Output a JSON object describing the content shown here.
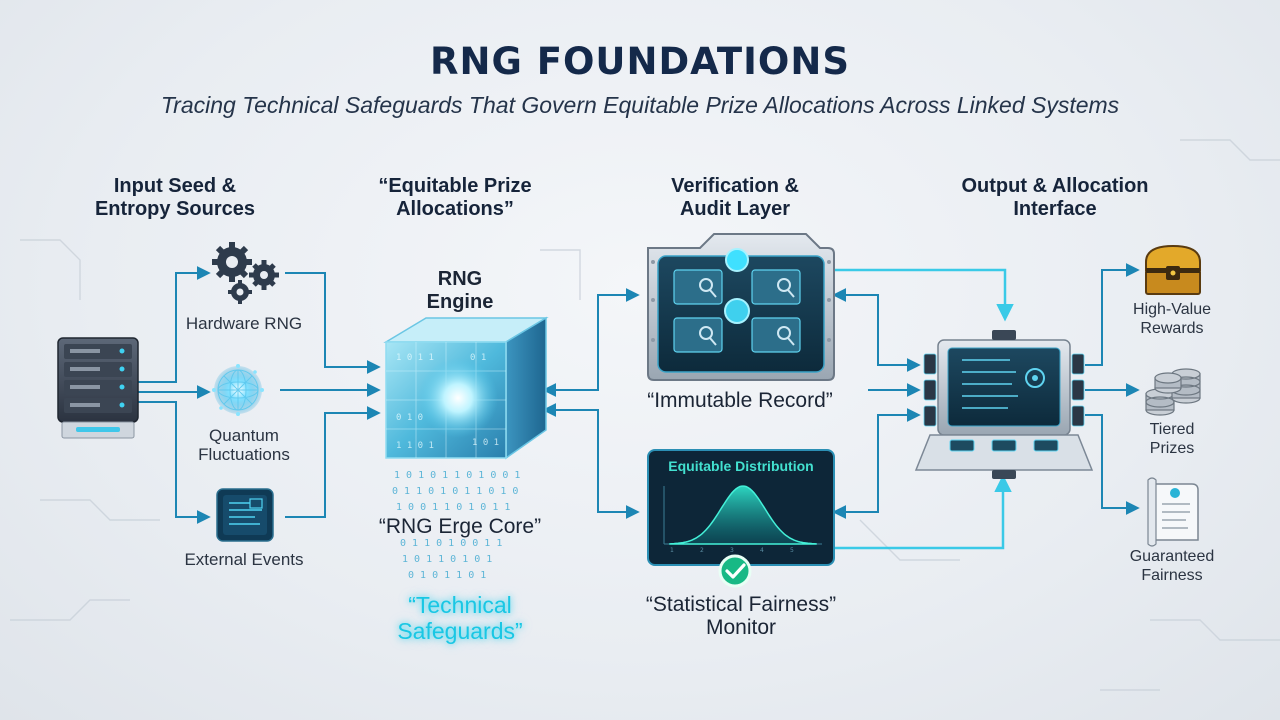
{
  "title": "RNG FOUNDATIONS",
  "subtitle": "Tracing Technical Safeguards That Govern Equitable Prize Allocations Across Linked Systems",
  "columns": {
    "input": "Input Seed &\nEntropy Sources",
    "equitable": "“Equitable Prize\nAllocations”",
    "verification": "Verification &\nAudit Layer",
    "output": "Output & Allocation\nInterface"
  },
  "sources": [
    {
      "label": "Hardware RNG",
      "icon": "gears-icon"
    },
    {
      "label": "Quantum\nFluctuations",
      "icon": "quantum-orb-icon"
    },
    {
      "label": "External Events",
      "icon": "event-window-icon"
    }
  ],
  "engine": {
    "label": "RNG\nEngine",
    "core_label": "“RNG Erge Core”",
    "safeguards_label": "“Technical\nSafeguards”"
  },
  "audit": {
    "label": "“Immutable Record”"
  },
  "monitor": {
    "chart_title": "Equitable Distribution",
    "label": "“Statistical Fairness”\nMonitor"
  },
  "outputs": [
    {
      "label": "High-Value\nRewards",
      "icon": "treasure-chest-icon"
    },
    {
      "label": "Tiered\nPrizes",
      "icon": "coin-stack-icon"
    },
    {
      "label": "Guaranteed\nFairness",
      "icon": "certificate-icon"
    }
  ],
  "colors": {
    "navy": "#14294a",
    "cyan": "#19c7e4",
    "arrow_blue": "#1c86b4",
    "teal": "#2ad6c4"
  }
}
